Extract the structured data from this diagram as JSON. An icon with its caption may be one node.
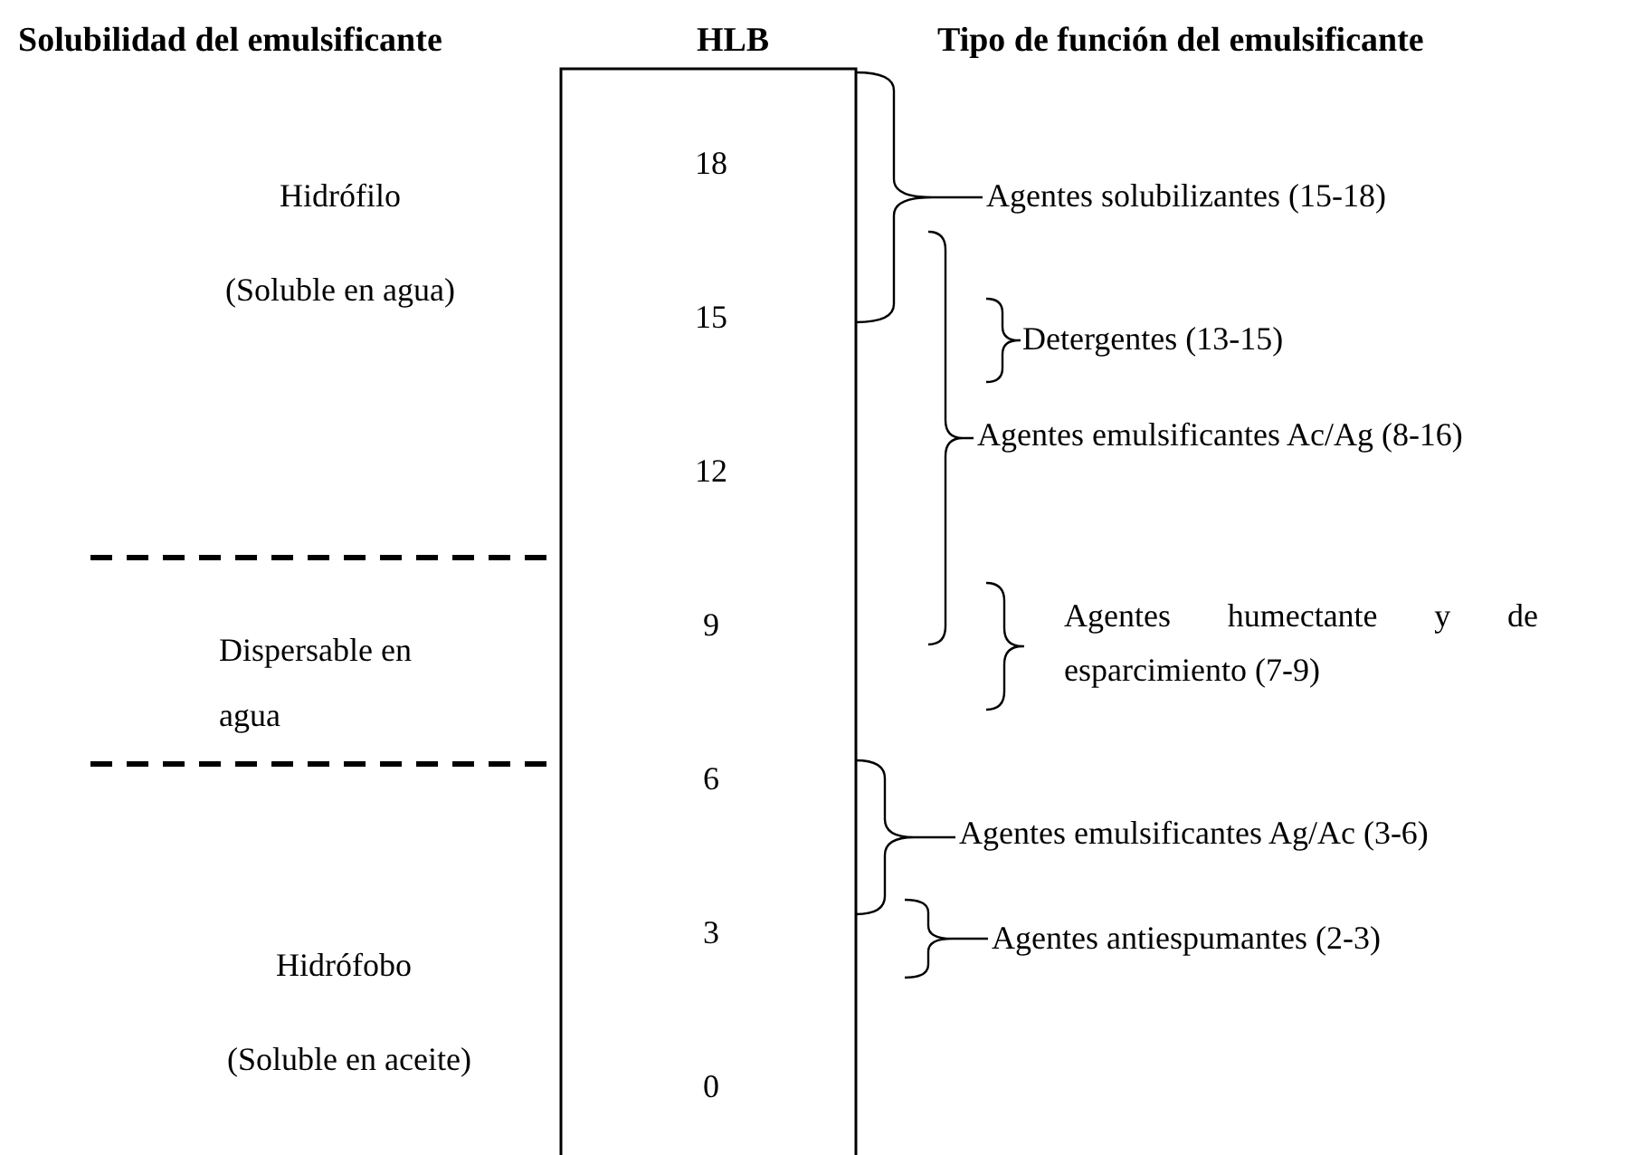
{
  "diagram": {
    "labels": [
      "Solubilidad del emulsificante",
      "HLB",
      "Tipo de función del emulsificante",
      "18",
      "Hidrófilo",
      "Agentes solubilizantes (15-18)",
      "(Soluble en agua)",
      "15",
      "Detergentes (13-15)",
      "Agentes emulsificantes Ac/Ag (8-16)",
      "12",
      "Dispersable en agua",
      "9",
      "Agentes humectante y de esparcimiento (7-9)",
      "6",
      "Agentes emulsificantes Ag/Ac (3-6)",
      "Hidrófobo",
      "3",
      "Agentes antiespumantes (2-3)",
      "(Soluble en aceite)",
      "0"
    ]
  }
}
